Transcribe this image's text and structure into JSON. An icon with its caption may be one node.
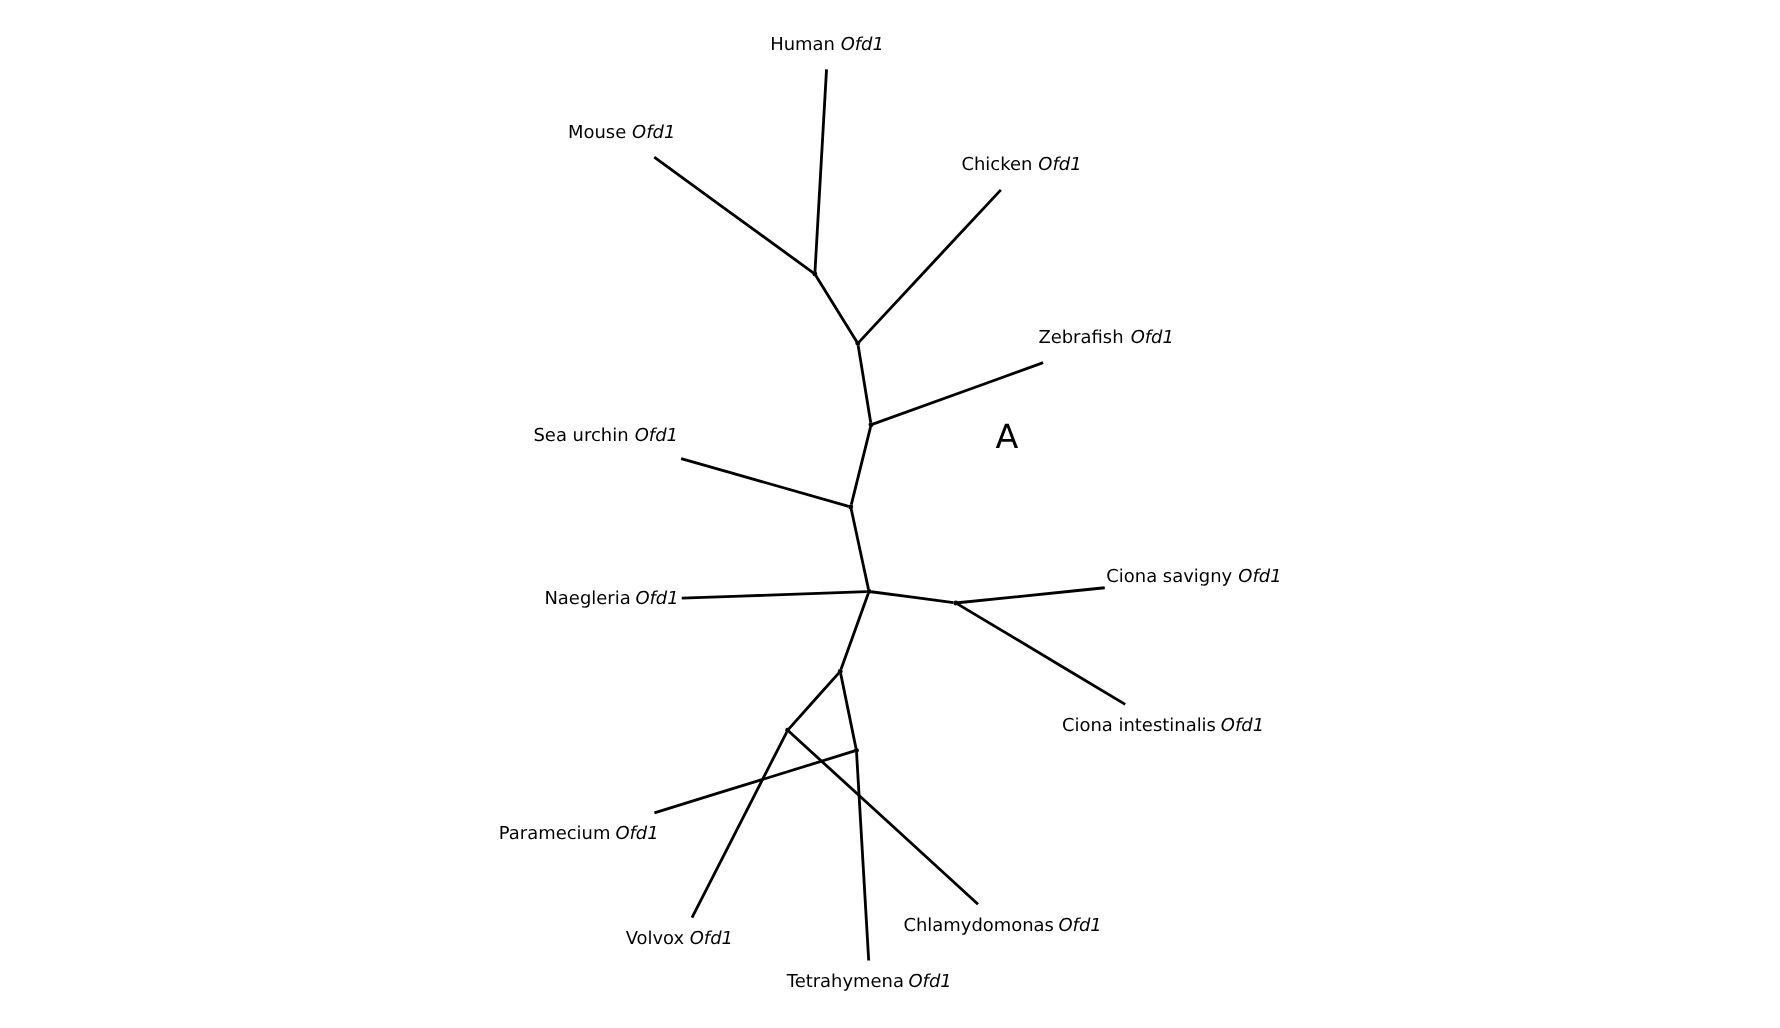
{
  "diagram": {
    "nodes": [
      {
        "text": [
          "Sea urchin *Ofd1*"
        ]
      },
      {
        "text": [
          "Zebrafish *Ofd1*"
        ]
      },
      {
        "text": [
          "Volvox *Ofd1*"
        ]
      },
      {
        "text": [
          "Chicken *Ofd1*"
        ]
      },
      {
        "text": [
          "Chlamydomonas *Ofd1*"
        ]
      },
      {
        "text": [
          "Human *Ofd1*"
        ]
      },
      {
        "text": [
          "Mouse *Ofd1*"
        ]
      },
      {
        "text": [
          "Tetrahymena *Ofd1*"
        ]
      },
      {
        "text": [
          "Paramecium *Ofd1*"
        ]
      },
      {
        "text": [
          "Ciona savigny *Ofd1*"
        ]
      },
      {
        "text": [
          "Ciona intestinalis *Ofd1*"
        ]
      },
      {
        "text": [
          "Naegleria *Ofd1*"
        ]
      },
      {
        "text": [],
        "shape": "point"
      },
      {
        "text": [],
        "shape": "point"
      },
      {
        "text": [],
        "shape": "point"
      },
      {
        "text": [],
        "shape": "point"
      },
      {
        "text": [],
        "shape": "point"
      },
      {
        "text": [],
        "shape": "point"
      },
      {
        "text": [],
        "shape": "point"
      },
      {
        "text": [],
        "shape": "point"
      },
      {
        "text": [],
        "shape": "point"
      }
    ],
    "edges": [
      {
        "from": 5,
        "to": 12,
        "arrow": "none"
      },
      {
        "from": 6,
        "to": 12,
        "arrow": "none"
      },
      {
        "from": 12,
        "to": 13,
        "arrow": "none"
      },
      {
        "from": 3,
        "to": 13,
        "arrow": "none"
      },
      {
        "from": 13,
        "to": 14,
        "arrow": "none"
      },
      {
        "from": 1,
        "to": 14,
        "arrow": "none"
      },
      {
        "from": 14,
        "to": 15,
        "arrow": "none"
      },
      {
        "from": 0,
        "to": 15,
        "arrow": "none"
      },
      {
        "from": 15,
        "to": 16,
        "arrow": "none"
      },
      {
        "from": 16,
        "to": 20,
        "arrow": "none"
      },
      {
        "from": 9,
        "to": 20,
        "arrow": "none"
      },
      {
        "from": 10,
        "to": 20,
        "arrow": "none"
      },
      {
        "from": 16,
        "to": 11,
        "arrow": "none"
      },
      {
        "from": 16,
        "to": 17,
        "arrow": "none"
      },
      {
        "from": 17,
        "to": 18,
        "arrow": "none"
      },
      {
        "from": 18,
        "to": 2,
        "arrow": "none"
      },
      {
        "from": 18,
        "to": 4,
        "arrow": "none"
      },
      {
        "from": 17,
        "to": 19,
        "arrow": "none"
      },
      {
        "from": 19,
        "to": 7,
        "arrow": "none"
      },
      {
        "from": 19,
        "to": 8,
        "arrow": "none"
      }
    ],
    "labels": [
      "A"
    ]
  }
}
